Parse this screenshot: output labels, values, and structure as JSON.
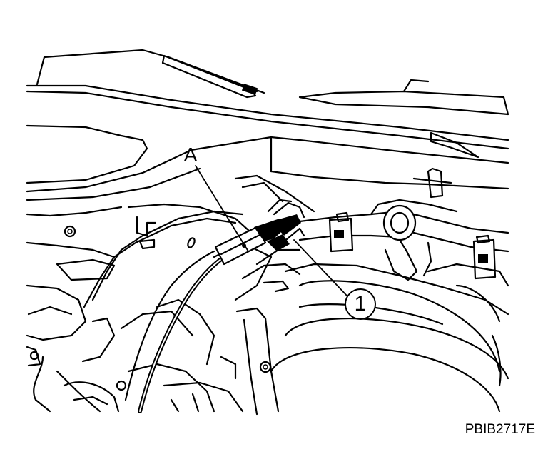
{
  "callouts": {
    "harness_letter": "A",
    "part_number": "1"
  },
  "figure_code": "PBIB2717E"
}
